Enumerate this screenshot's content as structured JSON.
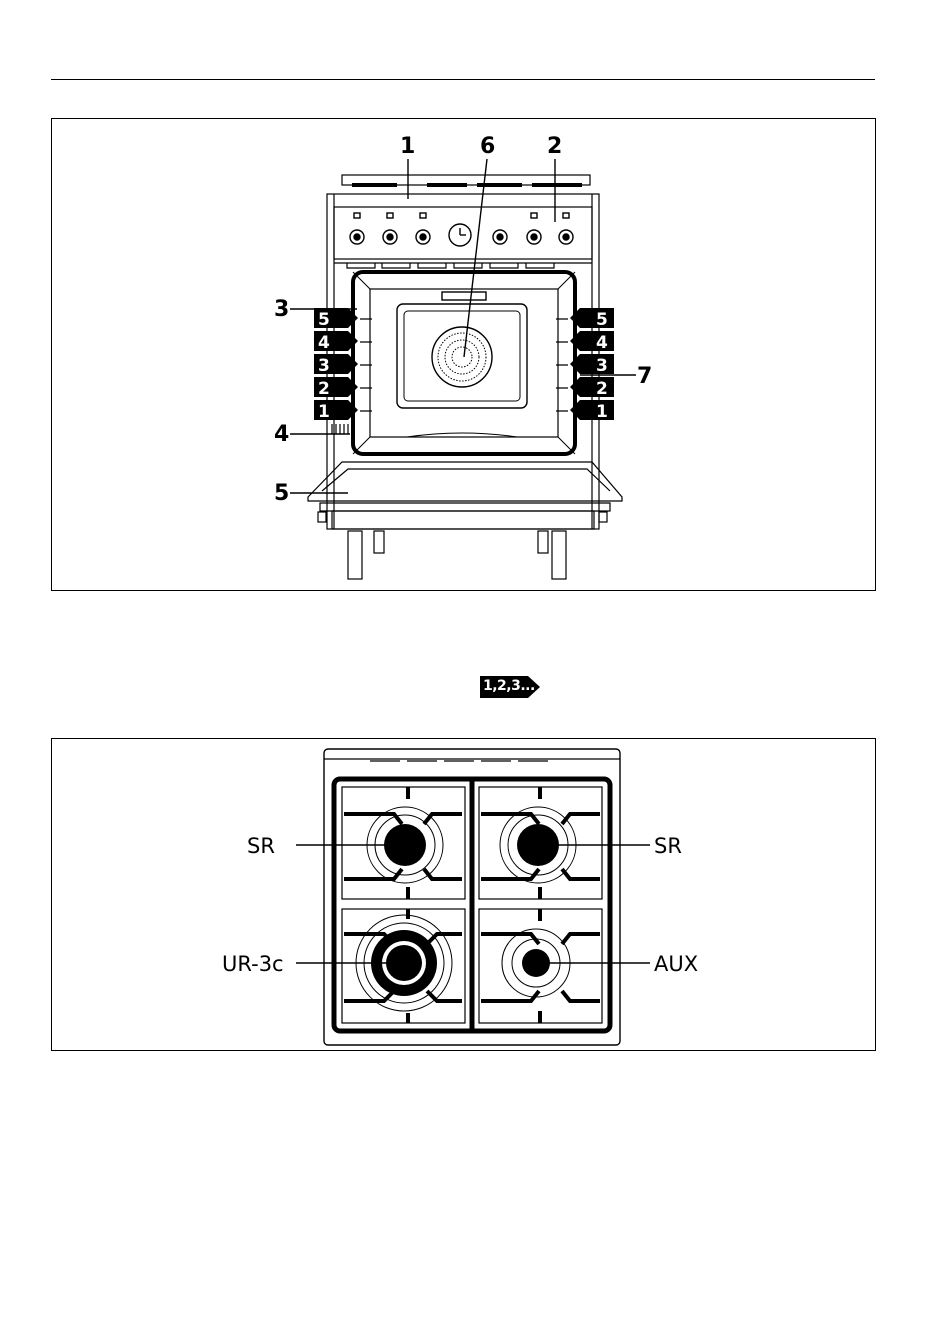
{
  "nav_badge": {
    "label": "1,2,3..."
  },
  "oven_figure": {
    "callouts": [
      "1",
      "6",
      "2",
      "3",
      "7",
      "4",
      "5"
    ],
    "shelf_levels_left": [
      "5",
      "4",
      "3",
      "2",
      "1"
    ],
    "shelf_levels_right": [
      "5",
      "4",
      "3",
      "2",
      "1"
    ]
  },
  "hob_figure": {
    "burners": [
      {
        "label": "SR"
      },
      {
        "label": "SR"
      },
      {
        "label": "UR-3c"
      },
      {
        "label": "AUX"
      }
    ]
  }
}
